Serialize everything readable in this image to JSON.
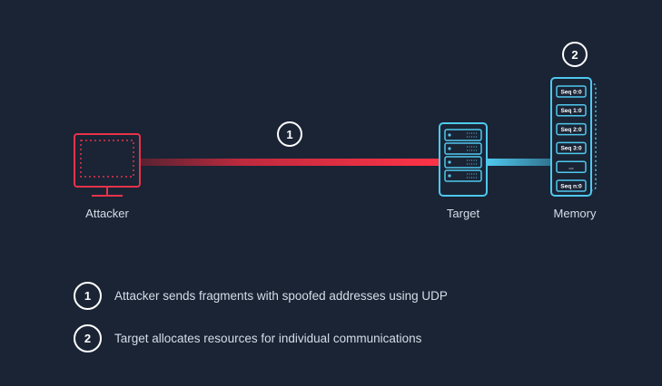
{
  "nodes": {
    "attacker": "Attacker",
    "target": "Target",
    "memory": "Memory"
  },
  "markers": {
    "one": "1",
    "two": "2"
  },
  "memory_slots": [
    "Seq 0:0",
    "Seq 1:0",
    "Seq 2:0",
    "Seq 3:0",
    "...",
    "Seq n:0"
  ],
  "legend": [
    {
      "num": "1",
      "text": "Attacker sends fragments with spoofed addresses using UDP"
    },
    {
      "num": "2",
      "text": "Target allocates resources for individual communications"
    }
  ],
  "colors": {
    "background": "#1a2435",
    "attacker": "#e8334a",
    "target": "#4fc8ee",
    "text": "#d6dde8"
  }
}
